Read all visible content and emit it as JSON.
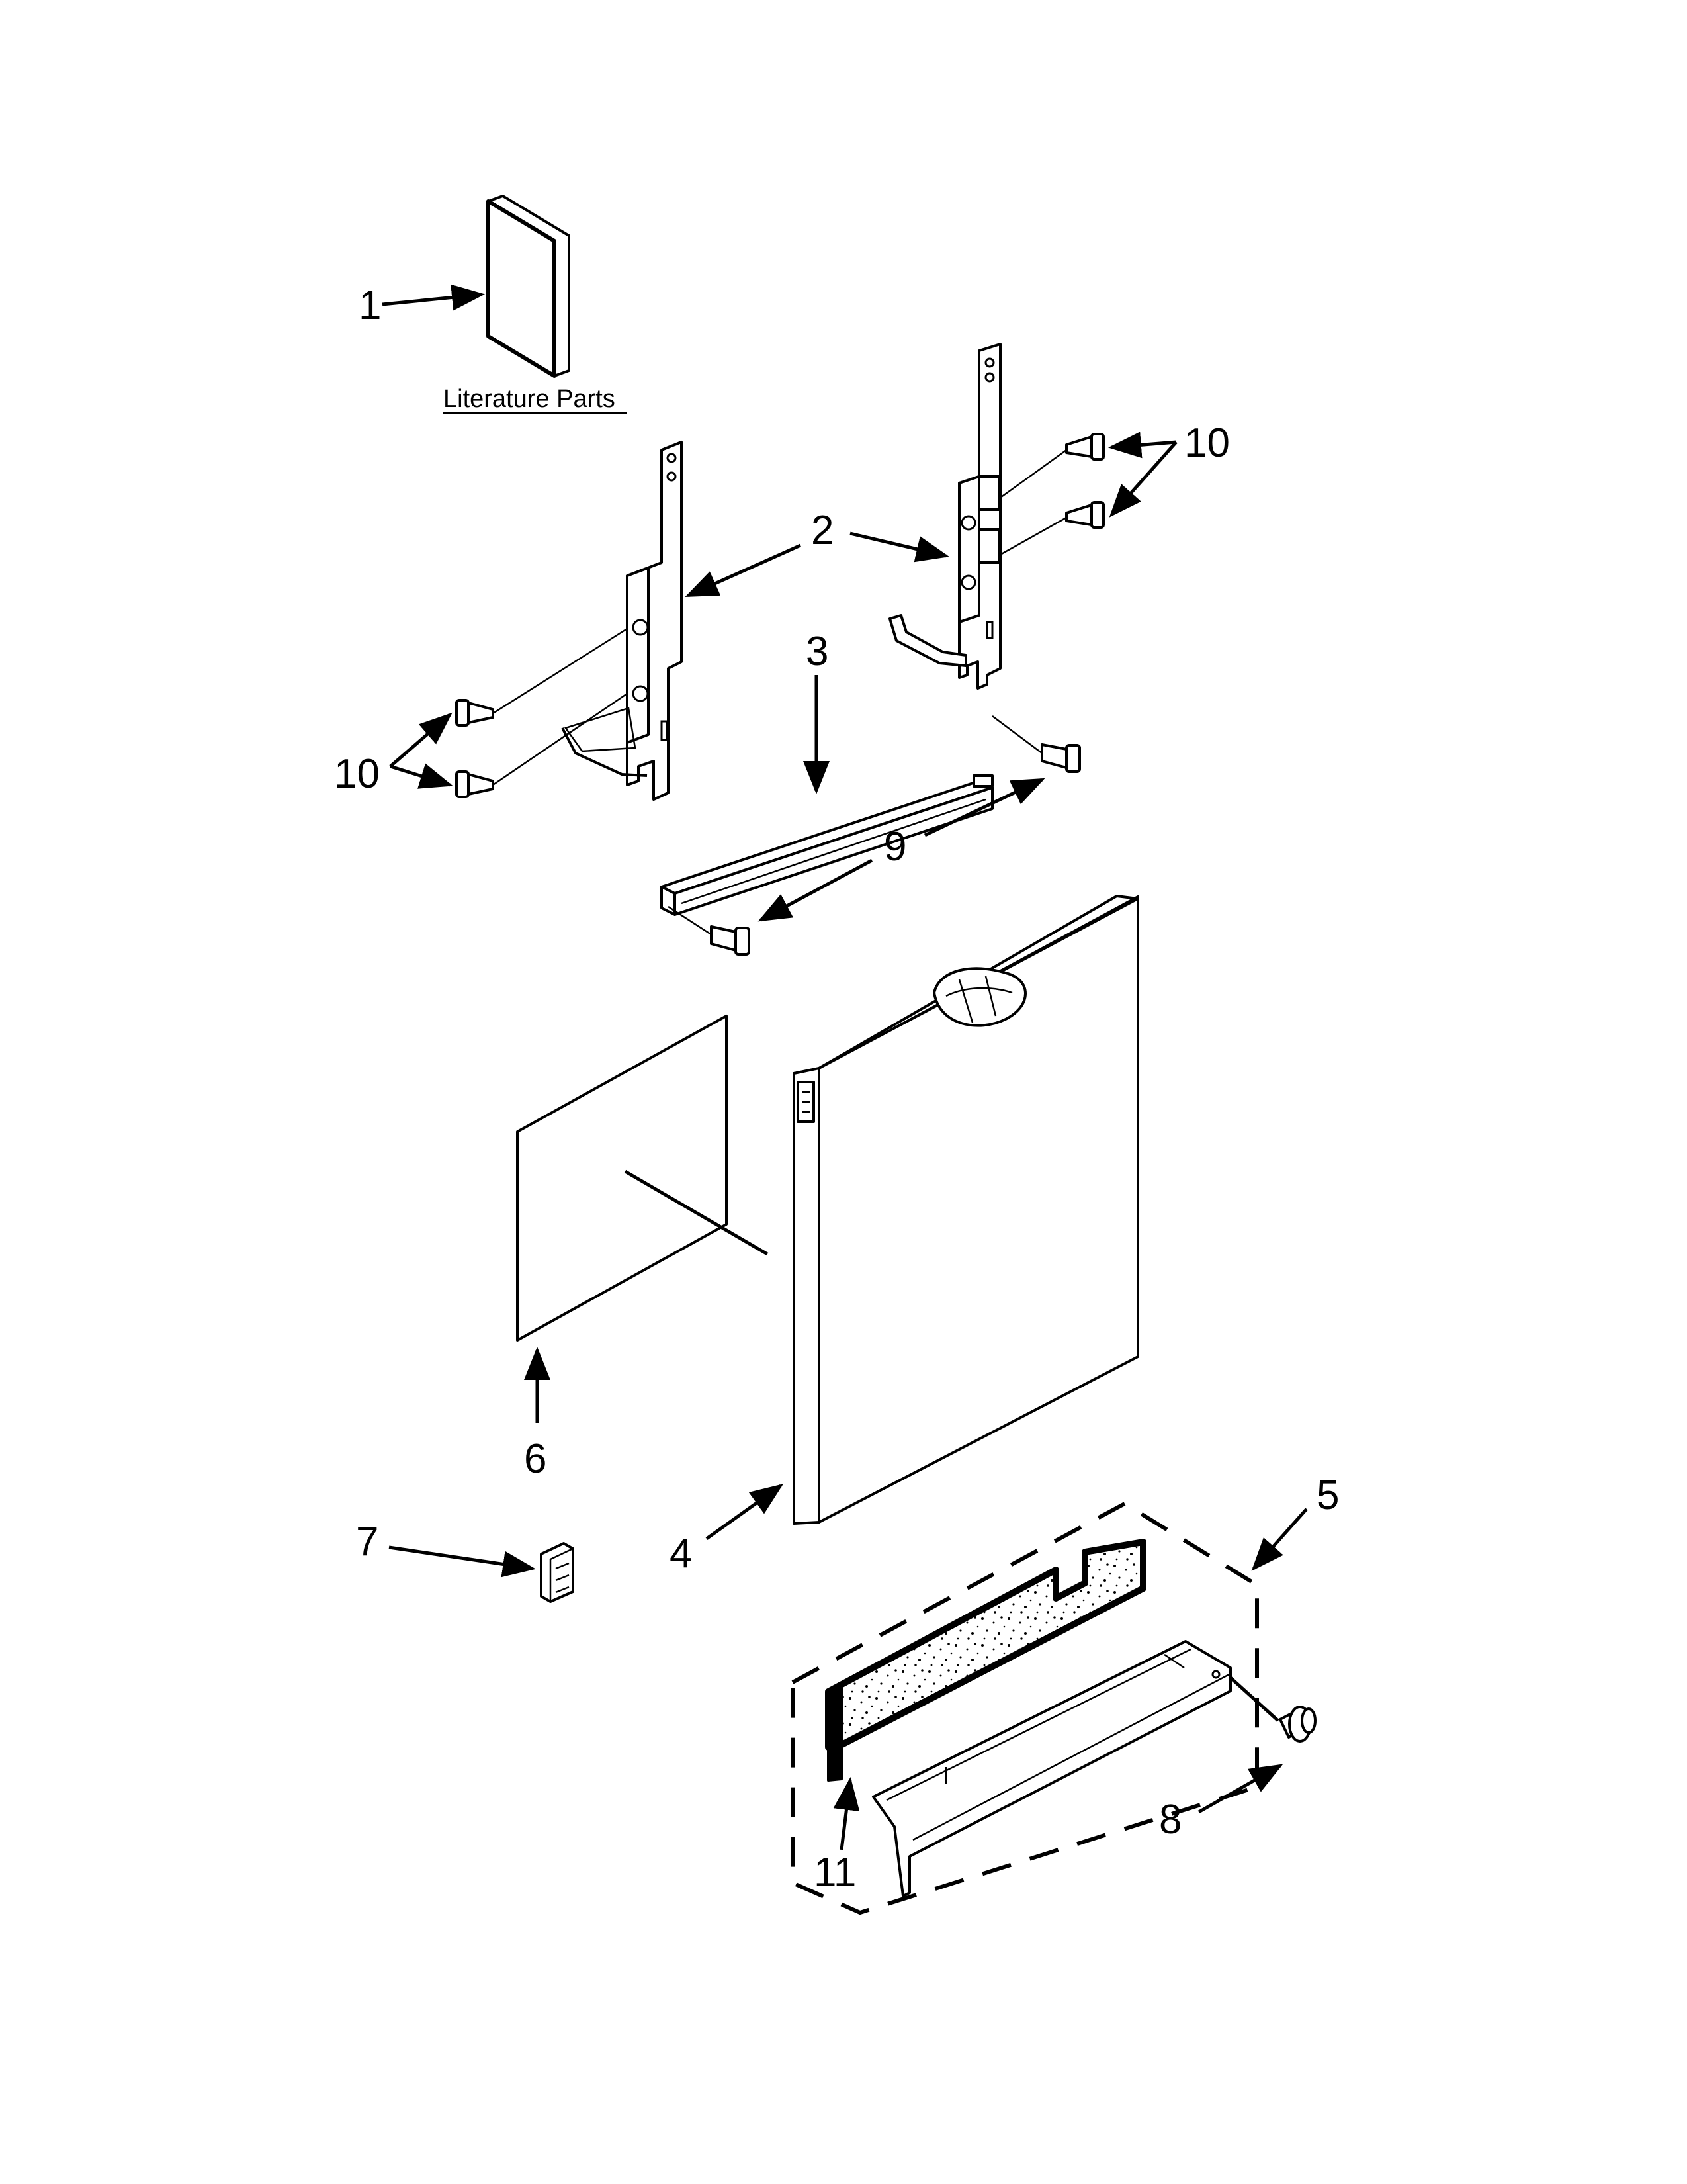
{
  "figure": {
    "caption": "Literature Parts",
    "callouts": [
      "1",
      "2",
      "3",
      "4",
      "5",
      "6",
      "7",
      "8",
      "9",
      "10",
      "10",
      "11"
    ]
  },
  "colors": {
    "line": "#000000",
    "background": "#ffffff"
  }
}
